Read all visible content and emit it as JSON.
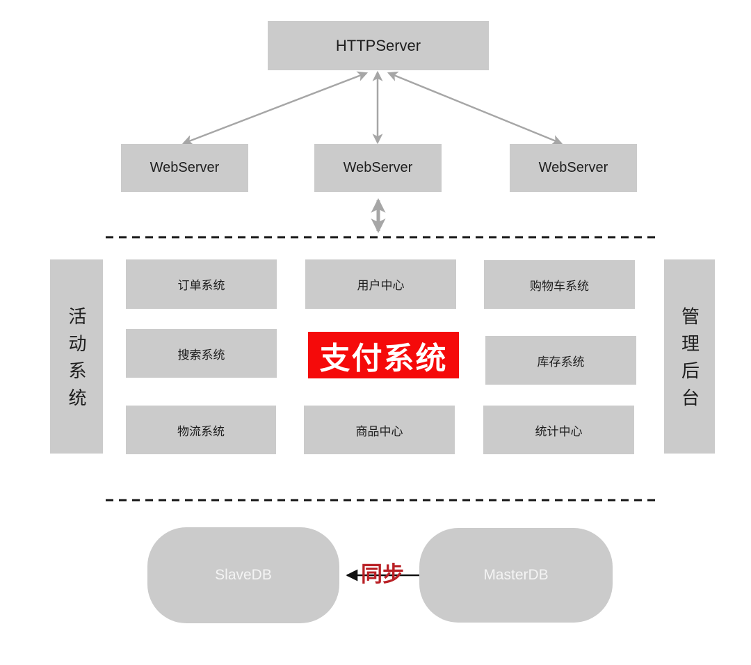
{
  "colors": {
    "node_gray": "#cbcbcb",
    "arrow_gray": "#a6a6a6",
    "dash_color": "#161616",
    "highlight_red": "#f50a0a",
    "sync_red": "#b92025",
    "node_text": "#1e1e1e",
    "db_text": "#f4f4f4"
  },
  "tiers": {
    "http_server": {
      "label": "HTTPServer"
    },
    "web_servers": [
      {
        "label": "WebServer"
      },
      {
        "label": "WebServer"
      },
      {
        "label": "WebServer"
      }
    ],
    "services": {
      "left_panel": {
        "label": "活动系统"
      },
      "right_panel": {
        "label": "管理后台"
      },
      "grid": [
        [
          "订单系统",
          "用户中心",
          "购物车系统"
        ],
        [
          "搜索系统",
          "支付系统",
          "库存系统"
        ],
        [
          "物流系统",
          "商品中心",
          "统计中心"
        ]
      ],
      "highlighted_cell": "支付系统"
    },
    "databases": {
      "slave": {
        "label": "SlaveDB"
      },
      "master": {
        "label": "MasterDB"
      },
      "sync_label": "同步"
    }
  }
}
